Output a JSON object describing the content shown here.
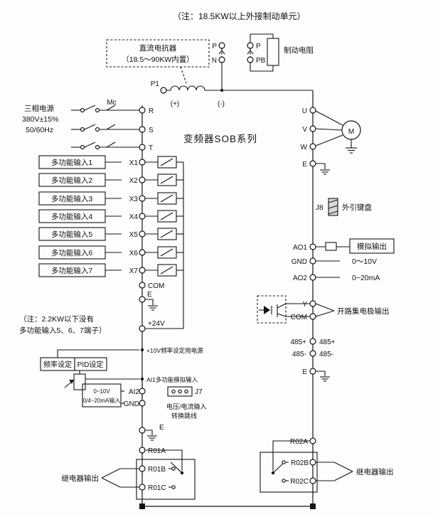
{
  "title": "变频器SOB系列",
  "top_note": "（注：18.5KW以上外接制动单元）",
  "dc_reactor": {
    "line1": "直流电抗器",
    "line2": "（18.5～90KW内置）"
  },
  "brake_unit": {
    "p1": "P1",
    "p_left": "P",
    "n": "N",
    "p_right": "P",
    "pb": "PB",
    "resistor": "制动电阻",
    "dc_plus": "(+)",
    "dc_minus": "(-)"
  },
  "power_input": {
    "line1": "三相电源",
    "line2": "380V±15%",
    "line3": "50/60Hz",
    "contactor": "Mc",
    "r": "R",
    "s": "S",
    "t": "T"
  },
  "digital_inputs": {
    "rows": [
      {
        "label": "多功能输入1",
        "terminal": "X1"
      },
      {
        "label": "多功能输入2",
        "terminal": "X2"
      },
      {
        "label": "多功能输入3",
        "terminal": "X3"
      },
      {
        "label": "多功能输入4",
        "terminal": "X4"
      },
      {
        "label": "多功能输入5",
        "terminal": "X5"
      },
      {
        "label": "多功能输入6",
        "terminal": "X6"
      },
      {
        "label": "多功能输入7",
        "terminal": "X7"
      }
    ],
    "com": "COM",
    "e": "E",
    "p24": "+24V",
    "note_line1": "（注：2.2KW以下没有",
    "note_line2": "多功能输入5、6、7端子）"
  },
  "analog_inputs": {
    "p10": "+10V频率设定用电源",
    "freq": "频率设定",
    "pid": "PID设定",
    "ai1": "AI1多功能模拟输入",
    "ai2": "AI2",
    "gnd": "GND",
    "range1": "0~10V",
    "range2": "0/4~20mA输入",
    "j7": "J7",
    "j7_line1": "电压/电流输入",
    "j7_line2": "转换跳线",
    "e": "E"
  },
  "relay1": {
    "a": "R01A",
    "b": "R01B",
    "c": "R01C",
    "label": "继电器输出"
  },
  "motor_output": {
    "u": "U",
    "v": "V",
    "w": "W",
    "m": "M",
    "e": "E"
  },
  "keypad": {
    "j8": "J8",
    "label": "外引键盘"
  },
  "analog_outputs": {
    "ao1": "AO1",
    "gnd": "GND",
    "ao2": "AO2",
    "box": "模拟输出",
    "range1": "0～10V",
    "range2": "0~20mA"
  },
  "open_collector": {
    "y": "Y",
    "com": "COM",
    "label": "开路集电极输出"
  },
  "rs485": {
    "plus_in": "485+",
    "plus_out": "485+",
    "minus_in": "485-",
    "minus_out": "485-",
    "e": "E"
  },
  "relay2": {
    "a": "R02A",
    "b": "R02B",
    "c": "R02C",
    "label": "继电器输出"
  }
}
